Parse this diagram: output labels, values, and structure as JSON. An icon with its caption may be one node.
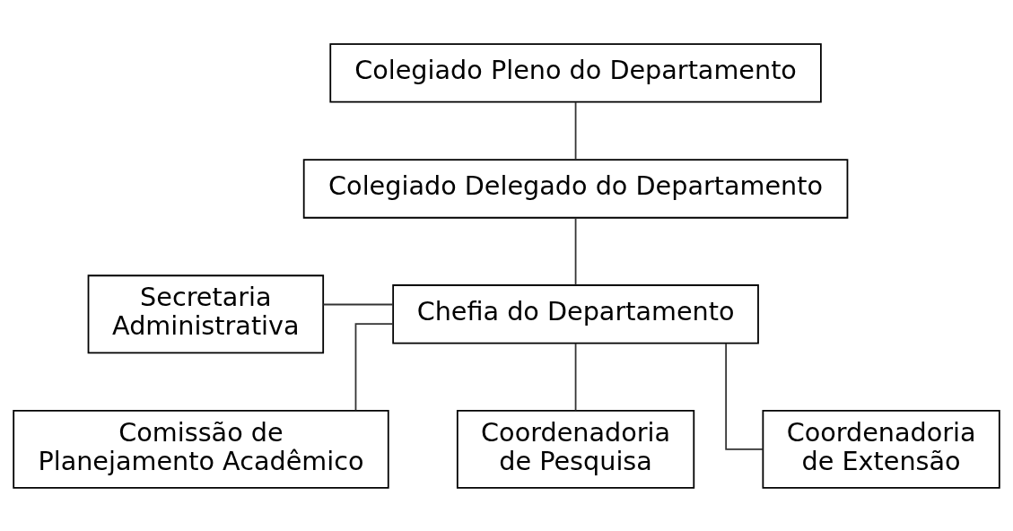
{
  "diagram": {
    "nodes": [
      {
        "text": [
          "Colegiado Pleno do Departamento"
        ]
      },
      {
        "text": [
          "Colegiado Delegado do Departamento"
        ]
      },
      {
        "text": [
          "Secretaria Administrativa"
        ]
      },
      {
        "text": [
          "Chefia do Departamento"
        ]
      },
      {
        "text": [
          "Comissão de Planejamento Acadêmico"
        ]
      },
      {
        "text": [
          "Coordenadoria de Pesquisa"
        ]
      },
      {
        "text": [
          "Coordenadoria de Extensão"
        ]
      }
    ],
    "edges": [
      {
        "from": 0,
        "to": 1,
        "arrow": "none"
      },
      {
        "from": 1,
        "to": 3,
        "arrow": "none"
      },
      {
        "from": 2,
        "to": 3,
        "arrow": "none"
      },
      {
        "from": 3,
        "to": 4,
        "arrow": "none"
      },
      {
        "from": 3,
        "to": 5,
        "arrow": "none"
      },
      {
        "from": 3,
        "to": 6,
        "arrow": "none"
      }
    ]
  }
}
